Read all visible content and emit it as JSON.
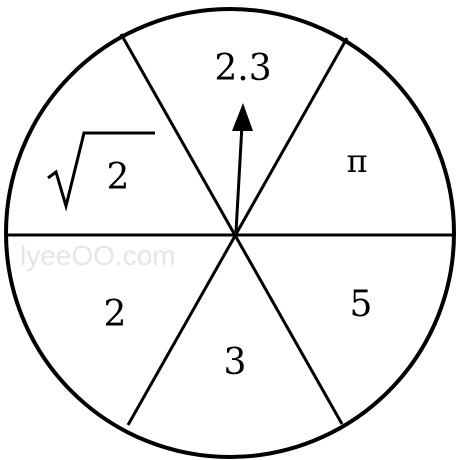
{
  "spinner": {
    "watermark": "lyeeOO.com",
    "sectors": [
      {
        "id": "top",
        "label": "2.3"
      },
      {
        "id": "upper-right",
        "label": "π"
      },
      {
        "id": "lower-right",
        "label": "5"
      },
      {
        "id": "bottom",
        "label": "3"
      },
      {
        "id": "lower-left",
        "label": "2"
      },
      {
        "id": "upper-left",
        "label": "2",
        "radical": true
      }
    ],
    "colors": {
      "stroke": "#000000",
      "fill": "#ffffff"
    }
  }
}
